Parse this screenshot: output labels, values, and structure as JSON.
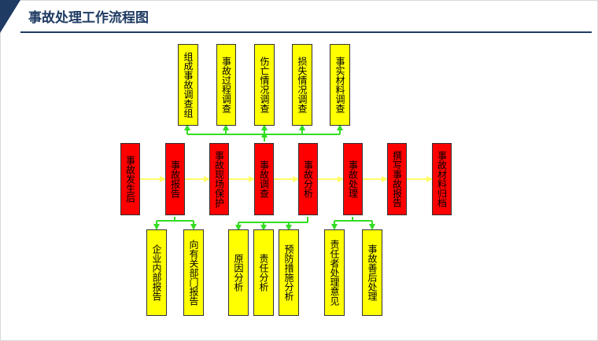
{
  "title": "事故处理工作流程图",
  "colors": {
    "header": "#1f3b63",
    "process_box": "#ff0000",
    "detail_box": "#ffff00",
    "connector_top_bottom": "#33dd22",
    "connector_main": "#ffff66"
  },
  "top_boxes": [
    "组成事故调查组",
    "事故过程调查",
    "伤亡情况调查",
    "损失情况调查",
    "事实材料调查"
  ],
  "main_flow": [
    "事故发生后",
    "事故报告",
    "事故现场保护",
    "事故调查",
    "事故分析",
    "事故处理",
    "撰写事故报告",
    "事故材料归档"
  ],
  "bottom_boxes": {
    "report": [
      "企业内部报告",
      "向有关部门报告"
    ],
    "analysis": [
      "原因分析",
      "责任分析",
      "预防措施分析"
    ],
    "handling": [
      "责任者处理意见",
      "事故善后处理"
    ]
  }
}
